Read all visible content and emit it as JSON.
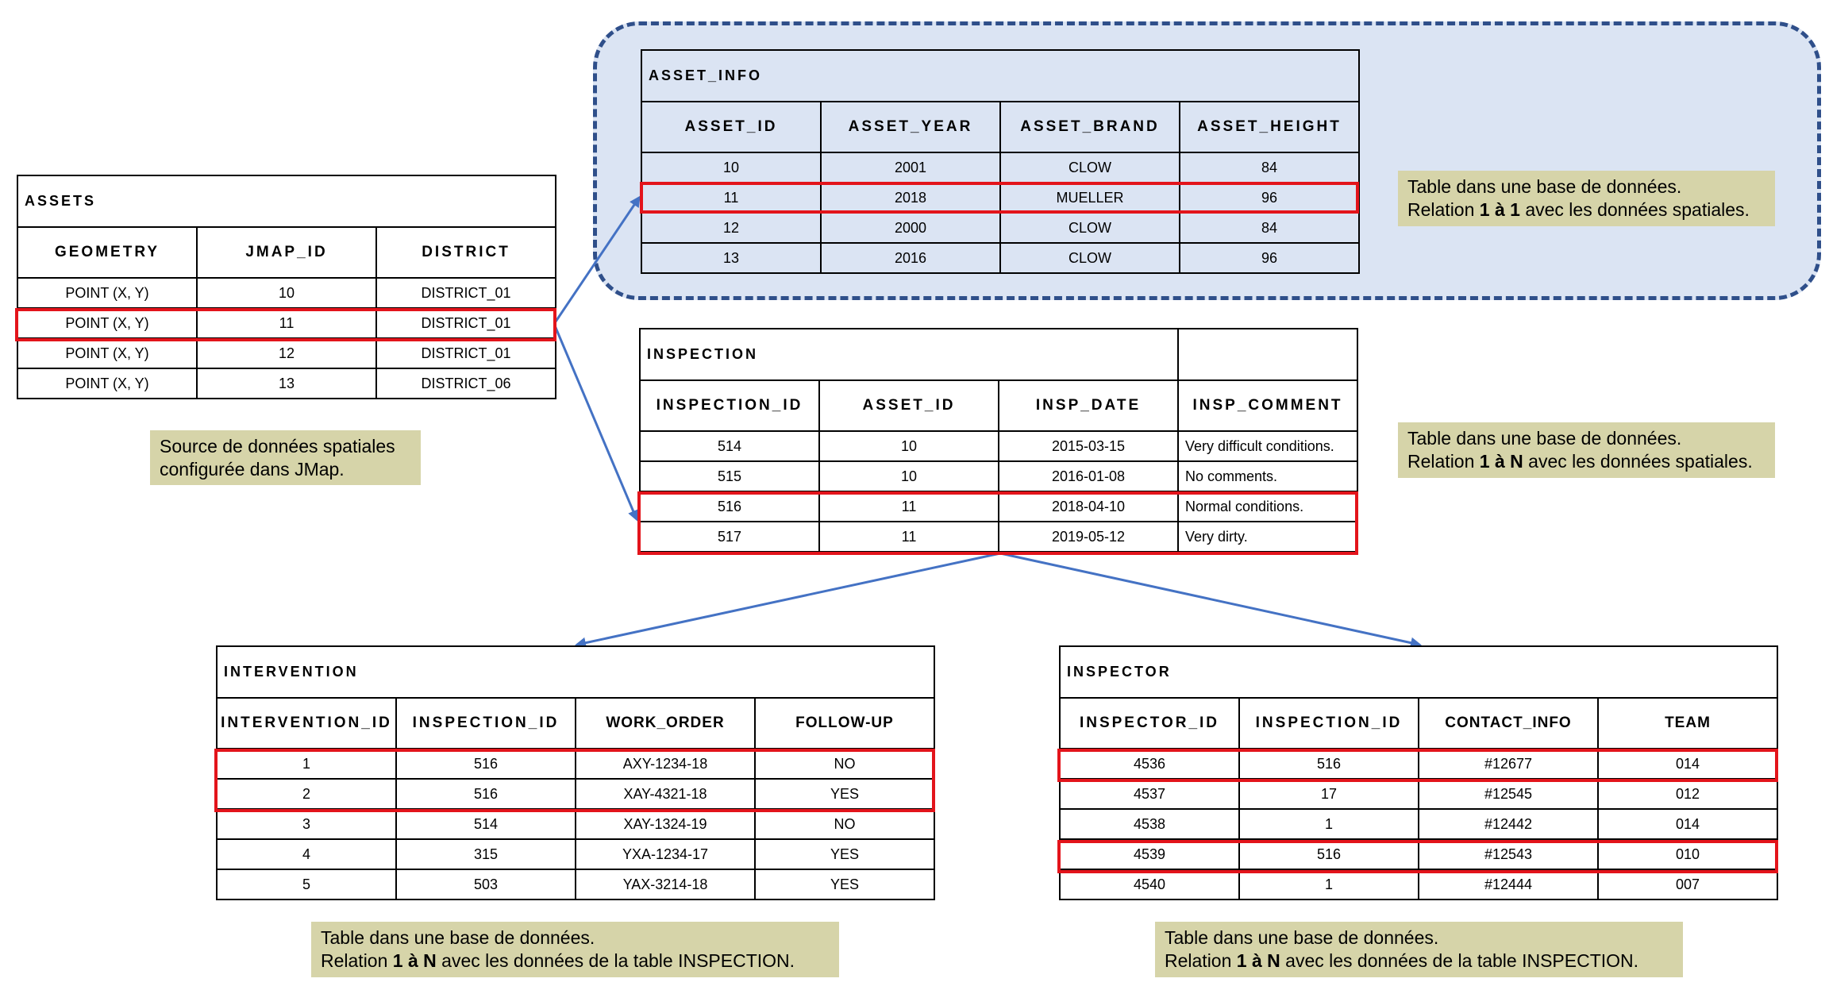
{
  "assets": {
    "title": "ASSETS",
    "headers": [
      "GEOMETRY",
      "JMAP_ID",
      "DISTRICT"
    ],
    "rows": [
      [
        "POINT (X, Y)",
        "10",
        "DISTRICT_01"
      ],
      [
        "POINT (X, Y)",
        "11",
        "DISTRICT_01"
      ],
      [
        "POINT (X, Y)",
        "12",
        "DISTRICT_01"
      ],
      [
        "POINT (X, Y)",
        "13",
        "DISTRICT_06"
      ]
    ],
    "note_line1": "Source de données spatiales",
    "note_line2": "configurée dans JMap."
  },
  "asset_info": {
    "title": "ASSET_INFO",
    "headers": [
      "ASSET_ID",
      "ASSET_YEAR",
      "ASSET_BRAND",
      "ASSET_HEIGHT"
    ],
    "rows": [
      [
        "10",
        "2001",
        "CLOW",
        "84"
      ],
      [
        "11",
        "2018",
        "MUELLER",
        "96"
      ],
      [
        "12",
        "2000",
        "CLOW",
        "84"
      ],
      [
        "13",
        "2016",
        "CLOW",
        "96"
      ]
    ],
    "note_line1": "Table dans une base de données.",
    "note_line2_pre": "Relation ",
    "note_line2_bold": "1 à 1",
    "note_line2_post": " avec les données spatiales."
  },
  "inspection": {
    "title": "INSPECTION",
    "headers": [
      "INSPECTION_ID",
      "ASSET_ID",
      "INSP_DATE",
      "INSP_COMMENT"
    ],
    "rows": [
      [
        "514",
        "10",
        "2015-03-15",
        "Very difficult conditions."
      ],
      [
        "515",
        "10",
        "2016-01-08",
        "No comments."
      ],
      [
        "516",
        "11",
        "2018-04-10",
        "Normal conditions."
      ],
      [
        "517",
        "11",
        "2019-05-12",
        "Very dirty."
      ]
    ],
    "note_line1": "Table dans une base de données.",
    "note_line2_pre": "Relation ",
    "note_line2_bold": "1 à N",
    "note_line2_post": " avec les données spatiales."
  },
  "intervention": {
    "title": "INTERVENTION",
    "headers": [
      "INTERVENTION_ID",
      "INSPECTION_ID",
      "WORK_ORDER",
      "FOLLOW-UP"
    ],
    "rows": [
      [
        "1",
        "516",
        "AXY-1234-18",
        "NO"
      ],
      [
        "2",
        "516",
        "XAY-4321-18",
        "YES"
      ],
      [
        "3",
        "514",
        "XAY-1324-19",
        "NO"
      ],
      [
        "4",
        "315",
        "YXA-1234-17",
        "YES"
      ],
      [
        "5",
        "503",
        "YAX-3214-18",
        "YES"
      ]
    ],
    "note_line1": "Table dans une base de données.",
    "note_line2_pre": "Relation ",
    "note_line2_bold": "1 à N",
    "note_line2_post": " avec les données de la table INSPECTION."
  },
  "inspector": {
    "title": "INSPECTOR",
    "headers": [
      "INSPECTOR_ID",
      "INSPECTION_ID",
      "CONTACT_INFO",
      "TEAM"
    ],
    "rows": [
      [
        "4536",
        "516",
        "#12677",
        "014"
      ],
      [
        "4537",
        "17",
        "#12545",
        "012"
      ],
      [
        "4538",
        "1",
        "#12442",
        "014"
      ],
      [
        "4539",
        "516",
        "#12543",
        "010"
      ],
      [
        "4540",
        "1",
        "#12444",
        "007"
      ]
    ],
    "note_line1": "Table dans une base de données.",
    "note_line2_pre": "Relation ",
    "note_line2_bold": "1 à N",
    "note_line2_post": " avec les données de la table INSPECTION."
  },
  "colors": {
    "highlight": "#e3141b",
    "arrow": "#4472c4",
    "note_bg": "#d6d4a9",
    "zone_bg": "#dbe4f3",
    "zone_border": "#2f4f8a"
  }
}
